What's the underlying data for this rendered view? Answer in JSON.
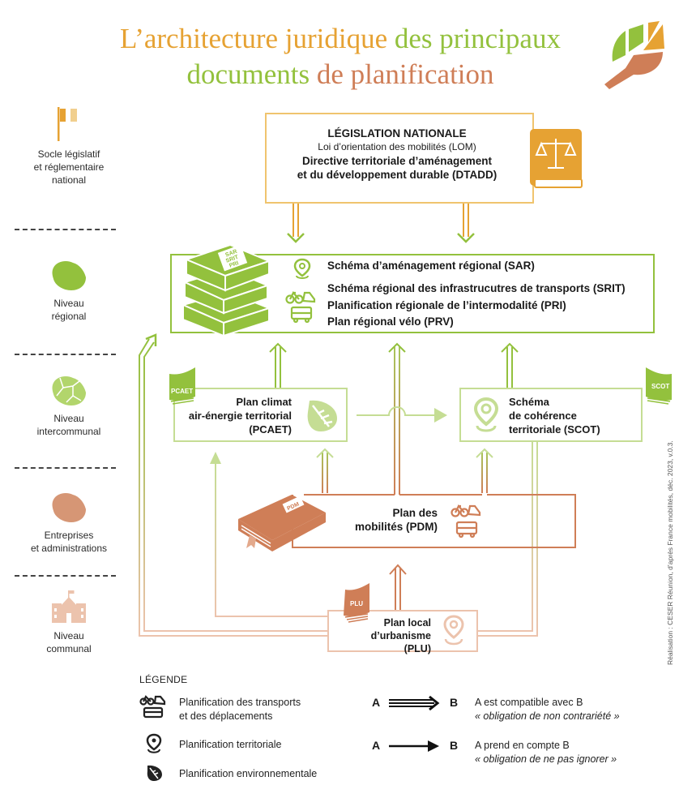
{
  "title": {
    "part1": "L’architecture juridique",
    "part2": "des principaux",
    "part3": "documents",
    "part4": "de planification"
  },
  "colors": {
    "orange": "#e6a233",
    "green": "#93c13d",
    "light_green": "#c5dd94",
    "brown": "#cf7e57",
    "light_brown": "#ecc3ad"
  },
  "levels": [
    {
      "line1": "Socle législatif",
      "line2": "et réglementaire",
      "line3": "national",
      "icon": "flag-icon"
    },
    {
      "line1": "Niveau",
      "line2": "régional",
      "icon": "reunion-island-icon"
    },
    {
      "line1": "Niveau",
      "line2": "intercommunal",
      "icon": "reunion-intercommunal-map-icon"
    },
    {
      "line1": "Entreprises",
      "line2": "et administrations",
      "icon": "reunion-island-brown-icon"
    },
    {
      "line1": "Niveau",
      "line2": "communal",
      "icon": "town-hall-icon"
    }
  ],
  "national": {
    "heading": "LÉGISLATION NATIONALE",
    "line1": "Loi d’orientation des mobilités (LOM)",
    "line2": "Directive territoriale d’aménagement",
    "line3": "et du développement durable (DTADD)",
    "icon": "law-book-scales-icon"
  },
  "regional": {
    "book_labels": [
      "SAR",
      "SRIT",
      "PRI"
    ],
    "items": [
      "Schéma d’aménagement régional (SAR)",
      "Schéma régional des infrastrucutres de transports (SRIT)",
      "Planification régionale de l’intermodalité (PRI)",
      "Plan régional vélo (PRV)"
    ]
  },
  "pcaet": {
    "tag": "PCAET",
    "line1": "Plan climat",
    "line2": "air-énergie territorial",
    "line3": "(PCAET)"
  },
  "scot": {
    "tag": "SCOT",
    "line1": "Schéma",
    "line2": "de cohérence",
    "line3": "territoriale (SCOT)"
  },
  "pdm": {
    "tag": "PDM",
    "line1": "Plan des",
    "line2": "mobilités (PDM)"
  },
  "plu": {
    "tag": "PLU",
    "line1": "Plan local",
    "line2": "d’urbanisme (PLU)"
  },
  "legend": {
    "title": "LÉGENDE",
    "transport_1": "Planification des transports",
    "transport_2": "et des déplacements",
    "territorial": "Planification territoriale",
    "environmental": "Planification environnementale",
    "a": "A",
    "b": "B",
    "compatible": "A est compatible avec B",
    "compatible_note": "« obligation de non contrariété »",
    "takes_account": "A prend en compte B",
    "takes_account_note": "« obligation de ne pas ignorer »"
  },
  "credit": "Réalisation : CESER Réunion, d’après France mobilités, déc. 2023, v.0.3."
}
